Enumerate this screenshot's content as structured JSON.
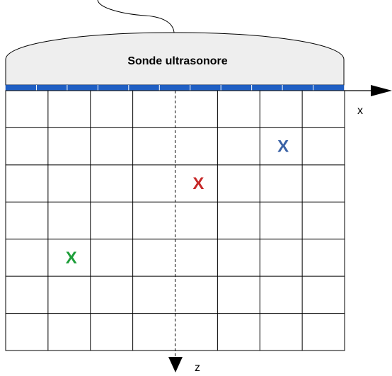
{
  "probe": {
    "label": "Sonde ultrasonore",
    "body_color": "#eeeeee",
    "transducer_color": "#1f5fc4",
    "element_count": 11
  },
  "grid": {
    "columns": 8,
    "rows": 7,
    "line_color": "#000000"
  },
  "axes": {
    "x_label": "x",
    "z_label": "z"
  },
  "markers": [
    {
      "name": "marker-blue",
      "text": "X",
      "color": "#3a62a6",
      "col": 6,
      "row": 1
    },
    {
      "name": "marker-red",
      "text": "X",
      "color": "#c62828",
      "col": 4,
      "row": 2
    },
    {
      "name": "marker-green",
      "text": "X",
      "color": "#1e9e3a",
      "col": 1,
      "row": 4
    }
  ]
}
